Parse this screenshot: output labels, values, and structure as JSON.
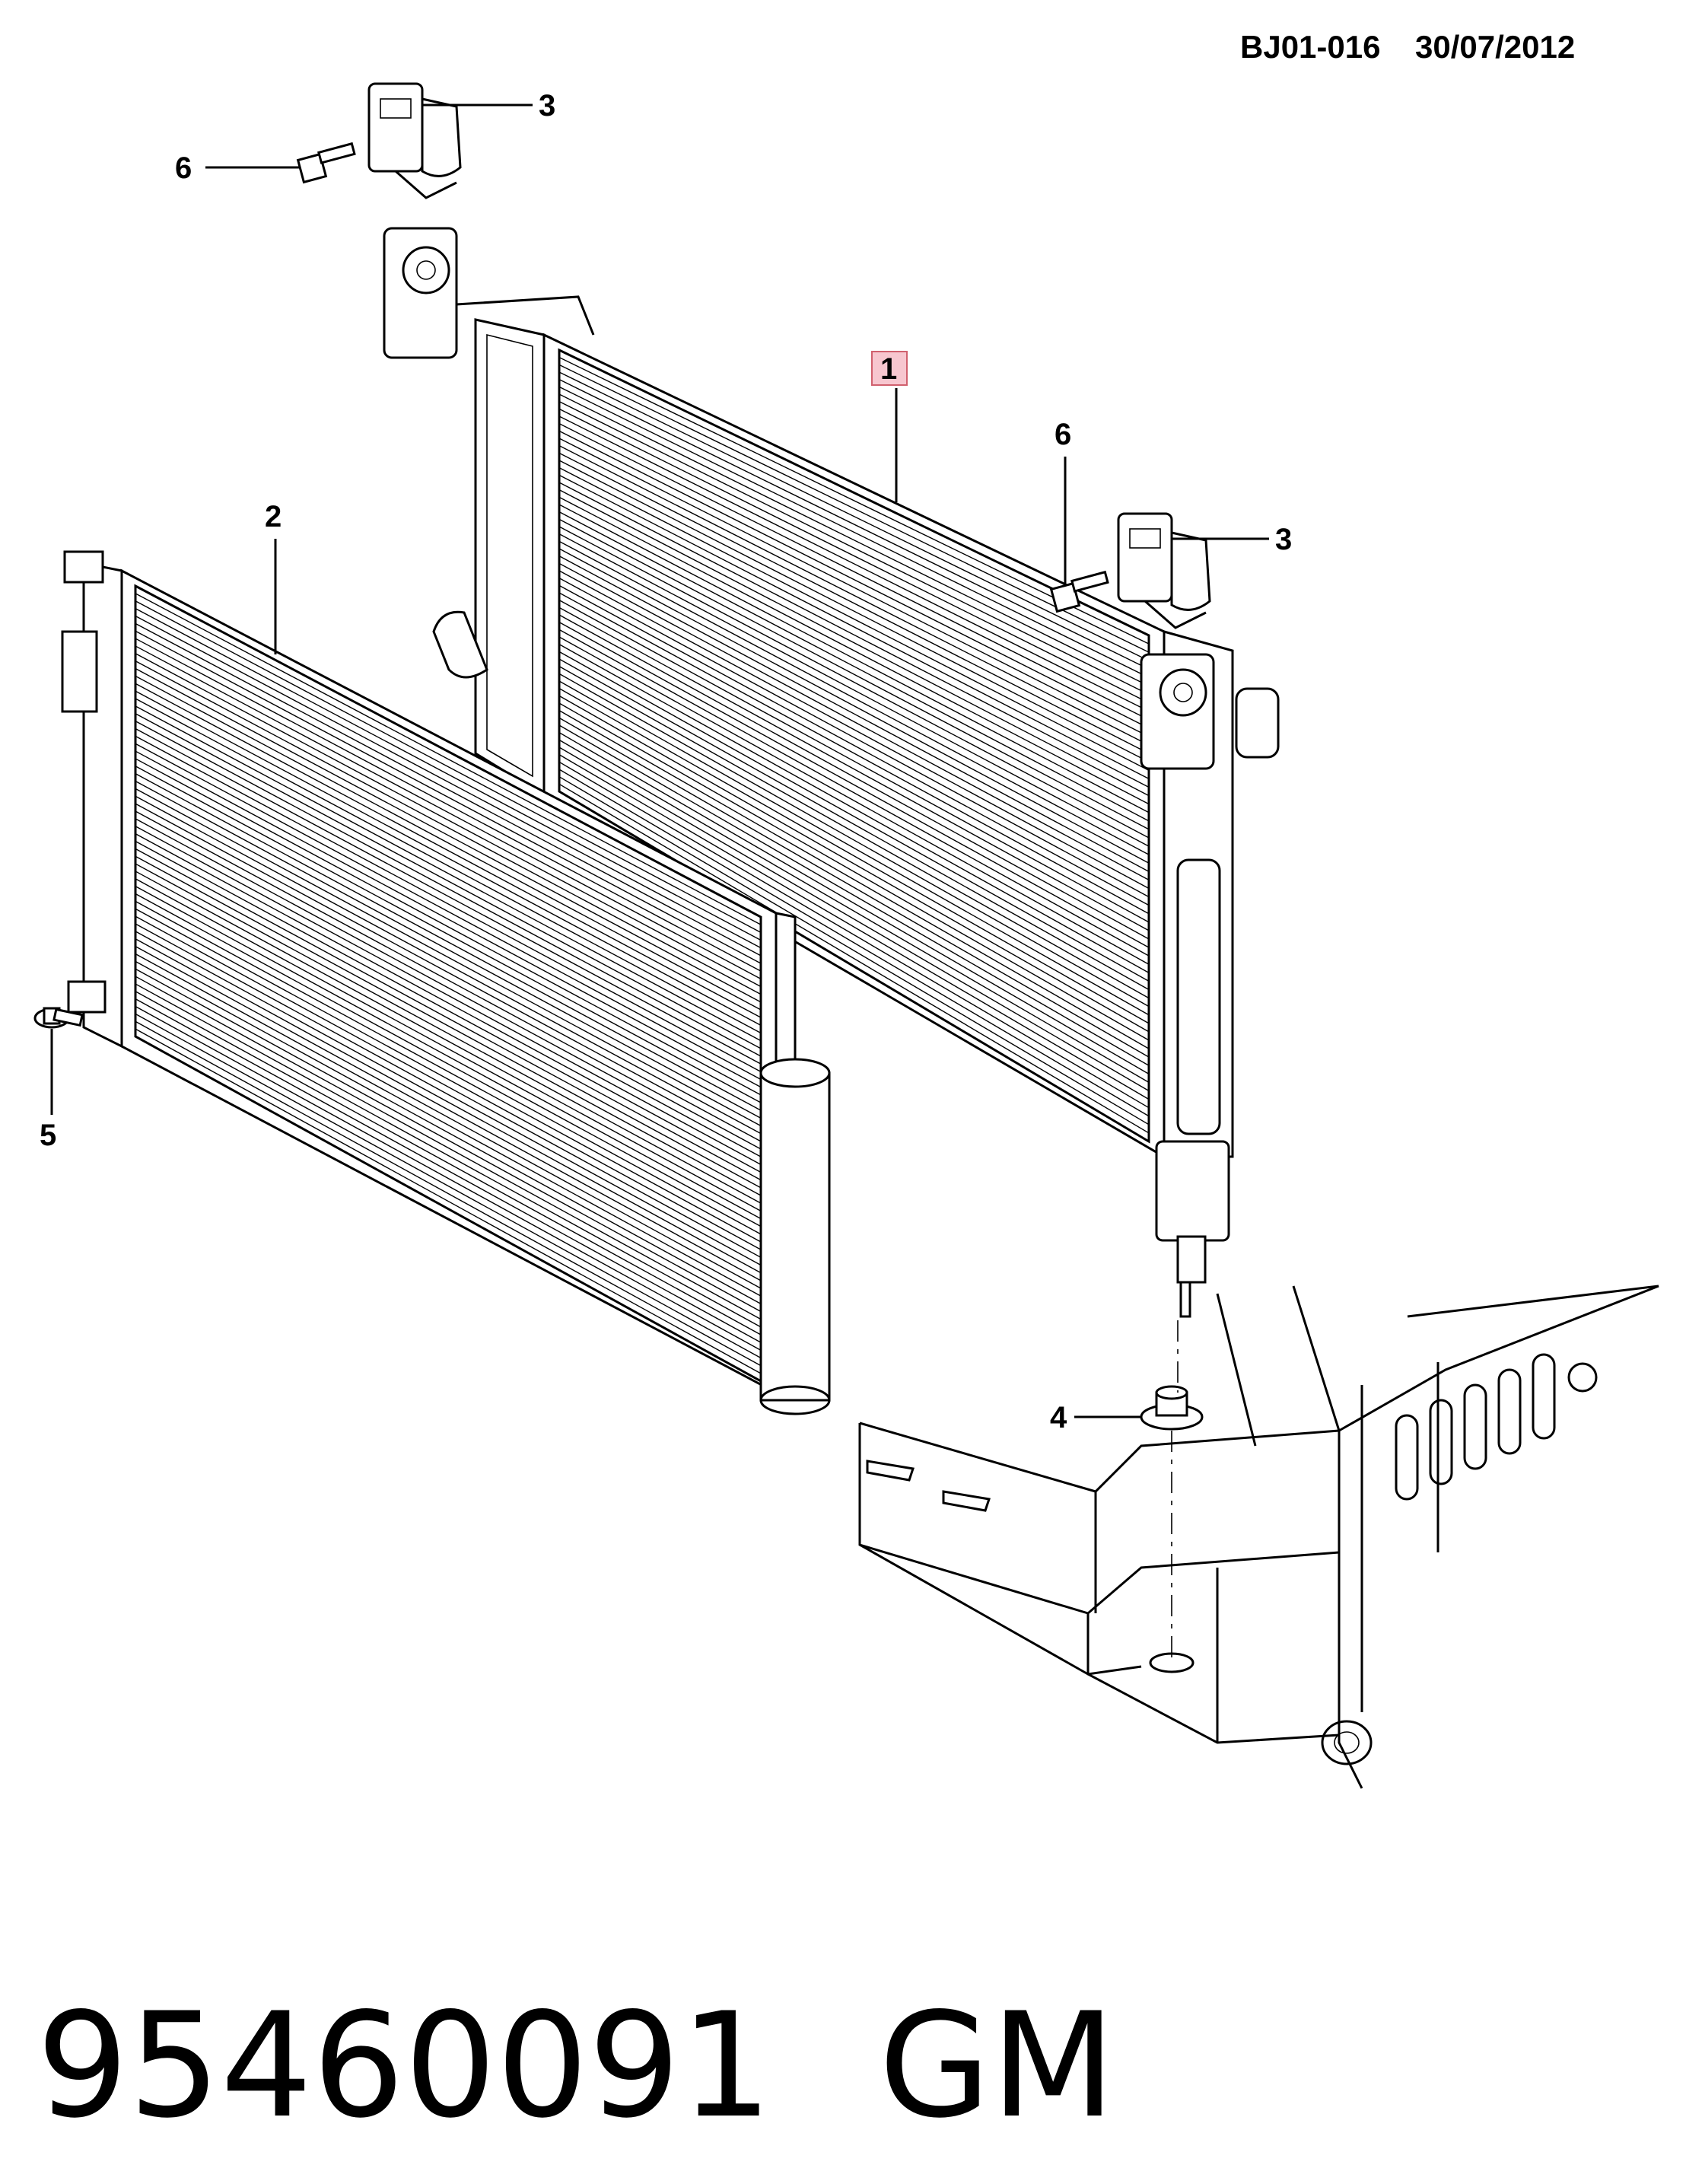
{
  "header": {
    "code": "BJ01-016",
    "date": "30/07/2012"
  },
  "callouts": {
    "radiator": "1",
    "condenser": "2",
    "bracket_top": "3",
    "bracket_right": "3",
    "insulator": "4",
    "screw": "5",
    "bolt_top": "6",
    "bolt_right": "6"
  },
  "highlight_color": "#f7c6cf",
  "highlight_border": "#d0606e",
  "footer": {
    "part_number": "95460091",
    "brand": "GM"
  }
}
